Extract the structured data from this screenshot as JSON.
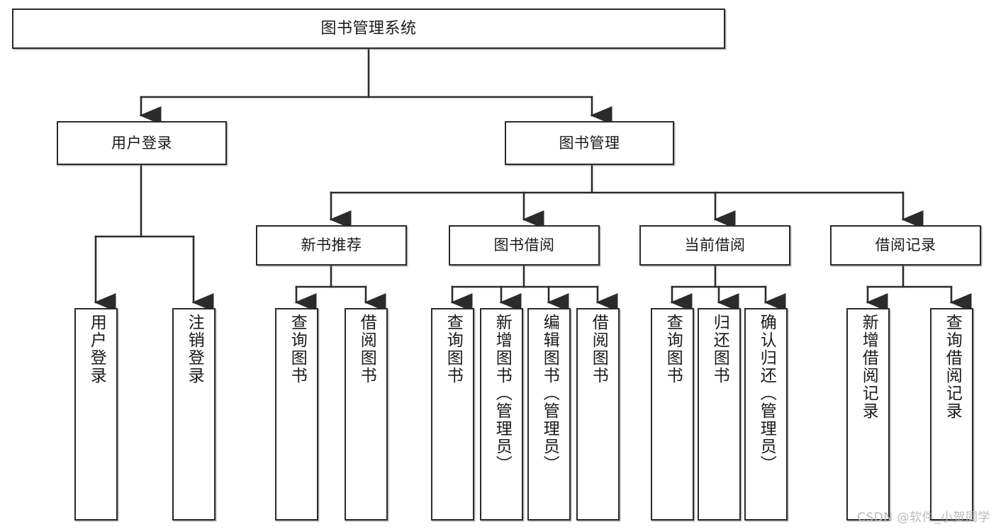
{
  "diagram": {
    "title": "图书管理系统",
    "watermark": "CSDN @软件_小贺同学",
    "colors": {
      "background": "#ffffff",
      "node_border": "#2b2b2b",
      "node_fill": "#ffffff",
      "connector": "#2b2b2b",
      "watermark": "#b9b9b9"
    },
    "nodes": {
      "root": {
        "label": "图书管理系统"
      },
      "level2": [
        {
          "label": "用户登录"
        },
        {
          "label": "图书管理"
        }
      ],
      "level3": [
        {
          "label": "新书推荐"
        },
        {
          "label": "图书借阅"
        },
        {
          "label": "当前借阅"
        },
        {
          "label": "借阅记录"
        }
      ],
      "leaves": {
        "user_login": [
          {
            "label": "用户登录"
          },
          {
            "label": "注销登录"
          }
        ],
        "new_book": [
          {
            "label": "查询图书"
          },
          {
            "label": "借阅图书"
          }
        ],
        "book_borrow": [
          {
            "label": "查询图书"
          },
          {
            "label": "新增图书（管理员）"
          },
          {
            "label": "编辑图书（管理员）"
          },
          {
            "label": "借阅图书"
          }
        ],
        "current_borrow": [
          {
            "label": "查询图书"
          },
          {
            "label": "归还图书"
          },
          {
            "label": "确认归还（管理员）"
          }
        ],
        "borrow_record": [
          {
            "label": "新增借阅记录"
          },
          {
            "label": "查询借阅记录"
          }
        ]
      }
    }
  }
}
